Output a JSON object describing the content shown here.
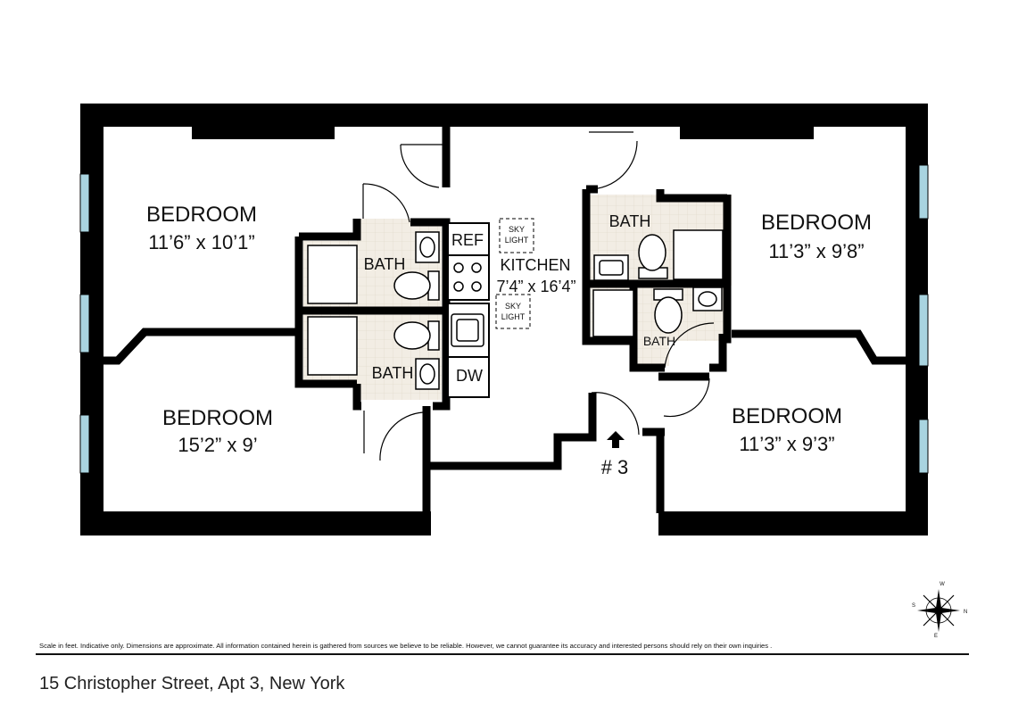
{
  "rooms": {
    "bedroom_nw": {
      "name": "BEDROOM",
      "dims": "11’6” x 10’1”"
    },
    "bedroom_sw": {
      "name": "BEDROOM",
      "dims": "15’2” x 9’"
    },
    "bedroom_ne": {
      "name": "BEDROOM",
      "dims": "11’3” x 9’8”"
    },
    "bedroom_se": {
      "name": "BEDROOM",
      "dims": "11’3” x 9’3”"
    },
    "kitchen": {
      "name": "KITCHEN",
      "dims": "7’4” x 16’4”"
    },
    "bath_w1": "BATH",
    "bath_w2": "BATH",
    "bath_e1": "BATH",
    "bath_e2": "BATH"
  },
  "fixtures": {
    "ref": "REF",
    "dw": "DW",
    "skylight_1": [
      "SKY",
      "LIGHT"
    ],
    "skylight_2": [
      "SKY",
      "LIGHT"
    ]
  },
  "entry_label": "# 3",
  "compass": {
    "n": "N",
    "e": "E",
    "s": "S",
    "w": "W"
  },
  "disclaimer": "Scale in feet. Indicative only. Dimensions are approximate. All information contained herein is gathered from sources we believe to be reliable. However, we cannot guarantee its accuracy and interested persons should rely on their own inquiries .",
  "address": "15 Christopher Street, Apt 3, New York",
  "colors": {
    "wall": "#000000",
    "tile": "#f2ede4",
    "window": "#a9d4e0"
  }
}
